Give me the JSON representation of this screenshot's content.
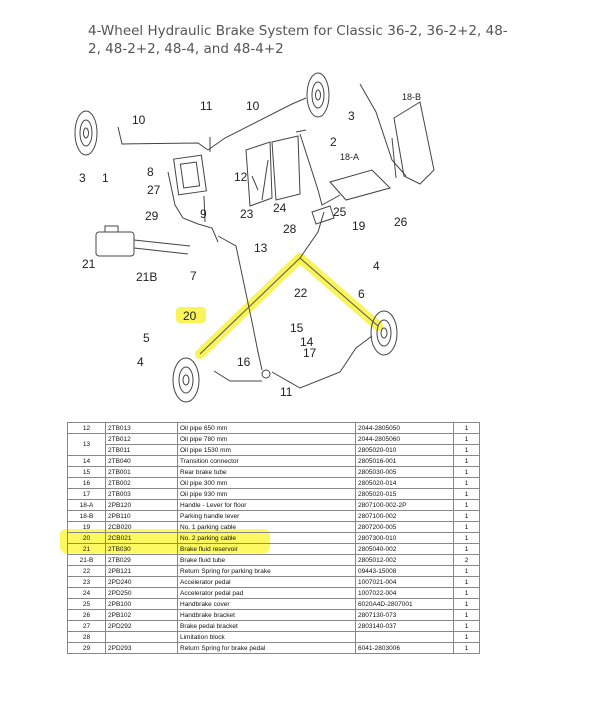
{
  "title": "4-Wheel Hydraulic Brake System for Classic 36-2, 36-2+2, 48-2, 48-2+2, 48-4, and 48-4+2",
  "highlight_color": "#f7f23c",
  "callouts": {
    "n1": "1",
    "n2": "2",
    "n3a": "3",
    "n3b": "3",
    "n4a": "4",
    "n4b": "4",
    "n5": "5",
    "n6": "6",
    "n7": "7",
    "n8": "8",
    "n9": "9",
    "n10a": "10",
    "n10b": "10",
    "n11a": "11",
    "n11b": "11",
    "n12": "12",
    "n13": "13",
    "n14": "14",
    "n15": "15",
    "n16": "16",
    "n17": "17",
    "n18a": "18-A",
    "n18b": "18-B",
    "n19": "19",
    "n20": "20",
    "n21": "21",
    "n21b": "21B",
    "n22": "22",
    "n23": "23",
    "n24": "24",
    "n25": "25",
    "n26": "26",
    "n27": "27",
    "n28": "28",
    "n29": "29"
  },
  "rows": [
    {
      "no": "12",
      "code": "2TB013",
      "desc": "Oil pipe 650 mm",
      "part": "2044-2805050",
      "qty": "1"
    },
    {
      "no": "13",
      "code": "2TB012",
      "desc": "Oil pipe 780 mm",
      "part": "2044-2805060",
      "qty": "1"
    },
    {
      "no": "",
      "code": "2TB011",
      "desc": "Oil pipe 1530 mm",
      "part": "2805020-010",
      "qty": "1"
    },
    {
      "no": "14",
      "code": "2TB040",
      "desc": "Transition connector",
      "part": "2805016-001",
      "qty": "1"
    },
    {
      "no": "15",
      "code": "2TB001",
      "desc": "Rear brake tube",
      "part": "2805030-005",
      "qty": "1"
    },
    {
      "no": "16",
      "code": "2TB002",
      "desc": "Oil pipe 300 mm",
      "part": "2805020-014",
      "qty": "1"
    },
    {
      "no": "17",
      "code": "2TB003",
      "desc": "Oil pipe 930 mm",
      "part": "2805020-015",
      "qty": "1"
    },
    {
      "no": "18-A",
      "code": "2PB120",
      "desc": "Handle - Lever for floor",
      "part": "2807100-002-2P",
      "qty": "1"
    },
    {
      "no": "18-B",
      "code": "2PB110",
      "desc": "Parking handle lever",
      "part": "2807100-002",
      "qty": "1"
    },
    {
      "no": "19",
      "code": "2CB020",
      "desc": "No. 1 parking cable",
      "part": "2807200-005",
      "qty": "1"
    },
    {
      "no": "20",
      "code": "2CB021",
      "desc": "No. 2 parking cable",
      "part": "2807300-010",
      "qty": "1"
    },
    {
      "no": "21",
      "code": "2TB030",
      "desc": "Brake fluid reservoir",
      "part": "2805040-002",
      "qty": "1"
    },
    {
      "no": "21-B",
      "code": "2TB029",
      "desc": "Brake fluid tube",
      "part": "2805012-002",
      "qty": "2"
    },
    {
      "no": "22",
      "code": "2PB121",
      "desc": "Return Spring for parking brake",
      "part": "09443-15008",
      "qty": "1"
    },
    {
      "no": "23",
      "code": "2PD240",
      "desc": "Accelerator pedal",
      "part": "1007021-004",
      "qty": "1"
    },
    {
      "no": "24",
      "code": "2PD250",
      "desc": "Accelerator pedal pad",
      "part": "1007022-004",
      "qty": "1"
    },
    {
      "no": "25",
      "code": "2PB100",
      "desc": "Handbrake cover",
      "part": "6020A4D-2807001",
      "qty": "1"
    },
    {
      "no": "26",
      "code": "2PB102",
      "desc": "Handbrake bracket",
      "part": "2807130-073",
      "qty": "1"
    },
    {
      "no": "27",
      "code": "2PD292",
      "desc": "Brake pedal bracket",
      "part": "2803140-037",
      "qty": "1"
    },
    {
      "no": "28",
      "code": "",
      "desc": "Limitation block",
      "part": "",
      "qty": "1"
    },
    {
      "no": "29",
      "code": "2PD293",
      "desc": "Return Spring for brake pedal",
      "part": "6041-2803006",
      "qty": "1"
    }
  ]
}
